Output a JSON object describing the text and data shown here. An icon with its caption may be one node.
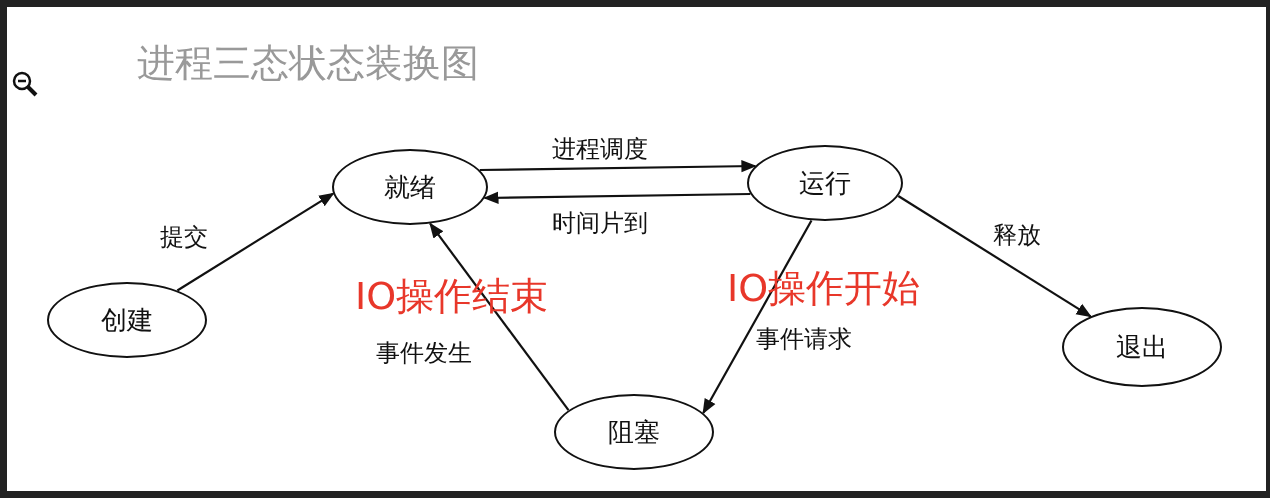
{
  "diagram": {
    "title": "进程三态状态装换图",
    "nodes": [
      {
        "text": [
          "就绪"
        ]
      },
      {
        "text": [
          "运行"
        ]
      },
      {
        "text": [
          "创建"
        ]
      },
      {
        "text": [
          "退出"
        ]
      },
      {
        "text": [
          "阻塞"
        ]
      }
    ],
    "edges": [
      {
        "from": 0,
        "to": 1,
        "arrow": "to",
        "label": "进程调度"
      },
      {
        "from": 1,
        "to": 0,
        "arrow": "to",
        "label": "时间片到"
      },
      {
        "from": 2,
        "to": 0,
        "arrow": "to",
        "label": "提交"
      },
      {
        "from": 1,
        "to": 3,
        "arrow": "to",
        "label": "释放"
      },
      {
        "from": 1,
        "to": 4,
        "arrow": "to",
        "label": "事件请求"
      },
      {
        "from": 4,
        "to": 0,
        "arrow": "to",
        "label": "事件发生"
      }
    ],
    "labels": [
      "IO操作结束",
      "IO操作开始"
    ]
  }
}
